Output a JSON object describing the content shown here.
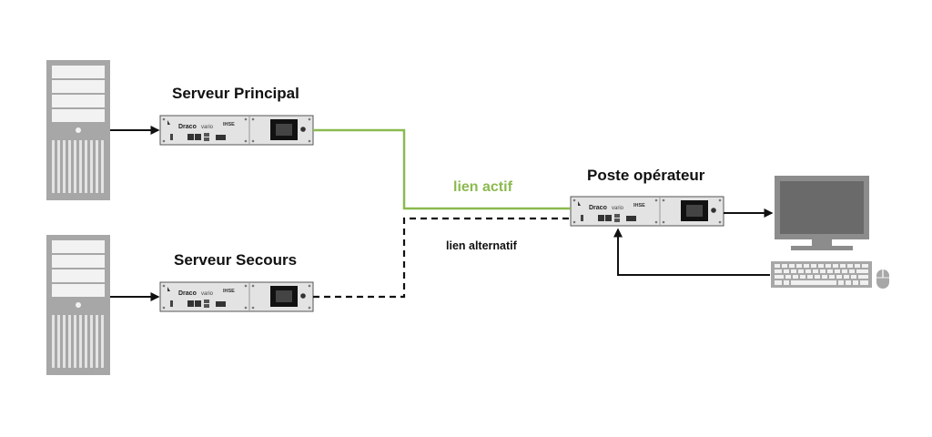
{
  "labels": {
    "primary_server": "Serveur Principal",
    "backup_server": "Serveur Secours",
    "operator_station": "Poste opérateur",
    "active_link": "lien actif",
    "alternate_link": "lien alternatif"
  },
  "device": {
    "brand": "Draco",
    "model": "vario",
    "maker": "IHSE"
  },
  "colors": {
    "active_link": "#8bba4f",
    "alternate_link": "#111111",
    "device_body": "#e3e3e3",
    "server_body": "#a7a7a7",
    "monitor_body": "#8c8c8c",
    "arrow": "#111111"
  },
  "links": {
    "active": {
      "style": "solid",
      "from": "primary_server",
      "to": "operator_station"
    },
    "alternate": {
      "style": "dashed",
      "from": "backup_server",
      "to": "operator_station"
    }
  },
  "peripherals": [
    "monitor",
    "keyboard",
    "mouse"
  ]
}
